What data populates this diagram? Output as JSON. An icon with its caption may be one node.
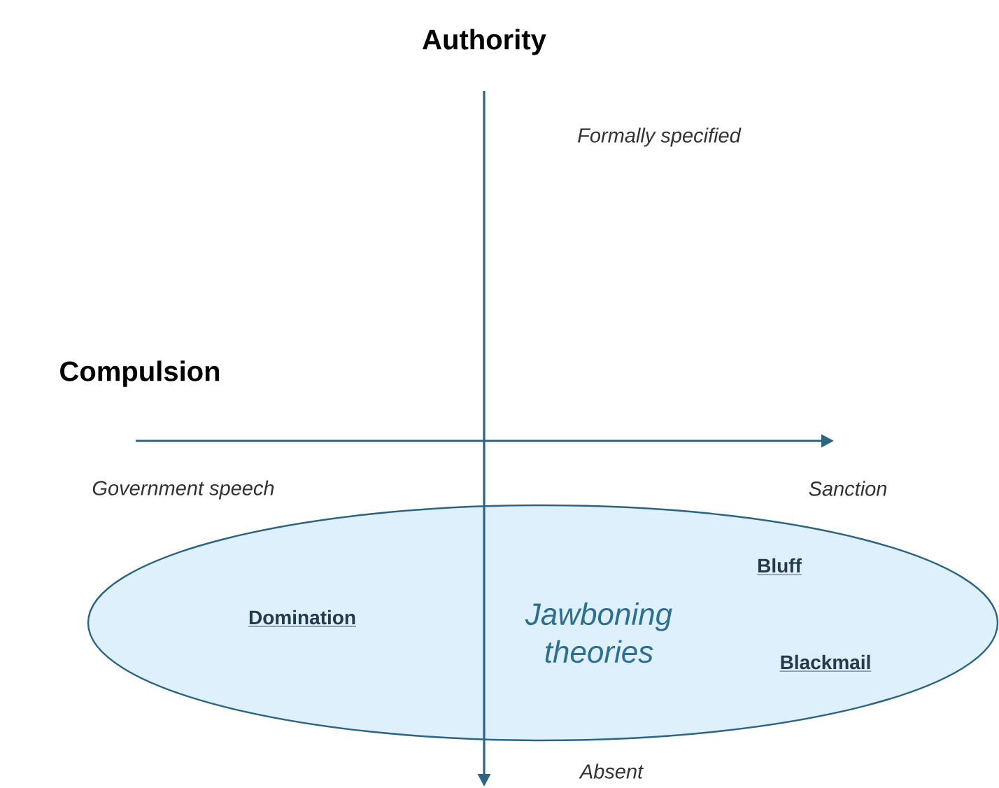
{
  "diagram": {
    "nodes": [
      {
        "text": [
          "Jawboning theories"
        ]
      }
    ],
    "edges": [],
    "labels": [
      "Authority",
      "Formally specified",
      "Compulsion",
      "Government speech",
      "Sanction",
      "Bluff",
      "Domination",
      "Blackmail",
      "Absent"
    ]
  }
}
